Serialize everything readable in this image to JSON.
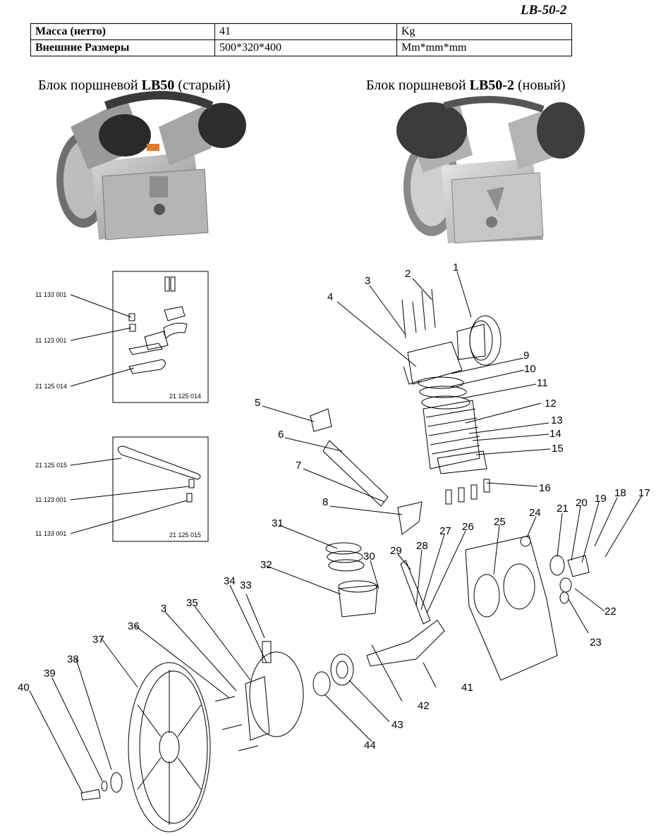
{
  "model_code": "LB-50-2",
  "spec_table": [
    {
      "name": "Масса (нетто)",
      "value": "41",
      "unit": "Kg"
    },
    {
      "name": "Внешние Размеры",
      "value": "500*320*400",
      "unit": "Mm*mm*mm"
    }
  ],
  "caption_old": {
    "prefix": "Блок поршневой ",
    "model": "LB50",
    "suffix": " (старый)"
  },
  "caption_new": {
    "prefix": "Блок поршневой ",
    "model": "LB50-2",
    "suffix": " (новый)"
  },
  "kit_1": {
    "codes": [
      "11 133 001",
      "11 123 001",
      "21 125 014"
    ],
    "box_code": "21 125 014"
  },
  "kit_2": {
    "codes": [
      "21 125 015",
      "11 123 001",
      "11 133 001"
    ],
    "box_code": "21 125 015"
  },
  "part_numbers": [
    "1",
    "2",
    "3",
    "4",
    "5",
    "6",
    "7",
    "8",
    "9",
    "10",
    "11",
    "12",
    "13",
    "14",
    "15",
    "16",
    "17",
    "18",
    "19",
    "20",
    "21",
    "22",
    "23",
    "24",
    "25",
    "26",
    "27",
    "28",
    "29",
    "30",
    "31",
    "32",
    "33",
    "34",
    "35",
    "3",
    "36",
    "37",
    "38",
    "39",
    "40",
    "41",
    "42",
    "43",
    "44"
  ]
}
